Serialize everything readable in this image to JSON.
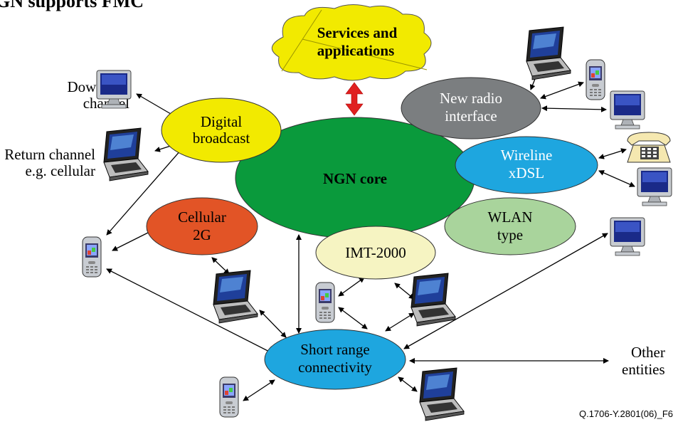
{
  "header": {
    "title_fragment": "GN supports FMC"
  },
  "cloud": {
    "line1": "Services and",
    "line2": "applications"
  },
  "core": {
    "label": "NGN core"
  },
  "nodes": {
    "digital_broadcast": {
      "line1": "Digital",
      "line2": "broadcast",
      "color": "#f2ea00"
    },
    "new_radio": {
      "line1": "New radio",
      "line2": "interface",
      "color": "#7b7e80"
    },
    "wireline": {
      "line1": "Wireline",
      "line2": "xDSL",
      "color": "#1ea6df"
    },
    "wlan": {
      "line1": "WLAN",
      "line2": "type",
      "color": "#a9d49c"
    },
    "imt": {
      "line1": "IMT-2000",
      "color": "#f6f4c2"
    },
    "cellular": {
      "line1": "Cellular",
      "line2": "2G",
      "color": "#e25426"
    },
    "short_range": {
      "line1": "Short range",
      "line2": "connectivity",
      "color": "#1ea6df"
    }
  },
  "core_color": "#0a9a3c",
  "cloud_color": "#f2ea00",
  "side_labels": {
    "download": {
      "line1": "Download",
      "line2": "channel"
    },
    "return": {
      "line1": "Return channel",
      "line2": "e.g. cellular"
    },
    "other": {
      "line1": "Other",
      "line2": "entities"
    }
  },
  "footer": {
    "figure_id": "Q.1706-Y.2801(06)_F6"
  },
  "icons": [
    "laptop-icon",
    "mobile-phone-icon",
    "monitor-icon",
    "telephone-icon"
  ]
}
